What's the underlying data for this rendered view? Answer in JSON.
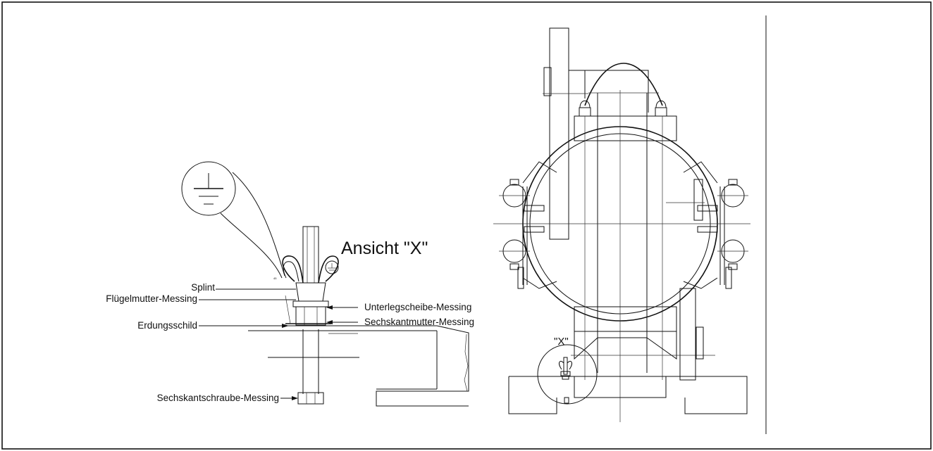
{
  "view_title": "Ansicht \"X\"",
  "detail_marker": "\"X\"",
  "callouts": {
    "splint": "Splint",
    "wing_nut": "Flügelmutter-Messing",
    "grounding_plate": "Erdungsschild",
    "hex_bolt": "Sechskantschraube-Messing",
    "washer": "Unterlegscheibe-Messing",
    "hex_nut": "Sechskantmutter-Messing"
  },
  "symbols": {
    "ground": "earth-ground-icon"
  }
}
